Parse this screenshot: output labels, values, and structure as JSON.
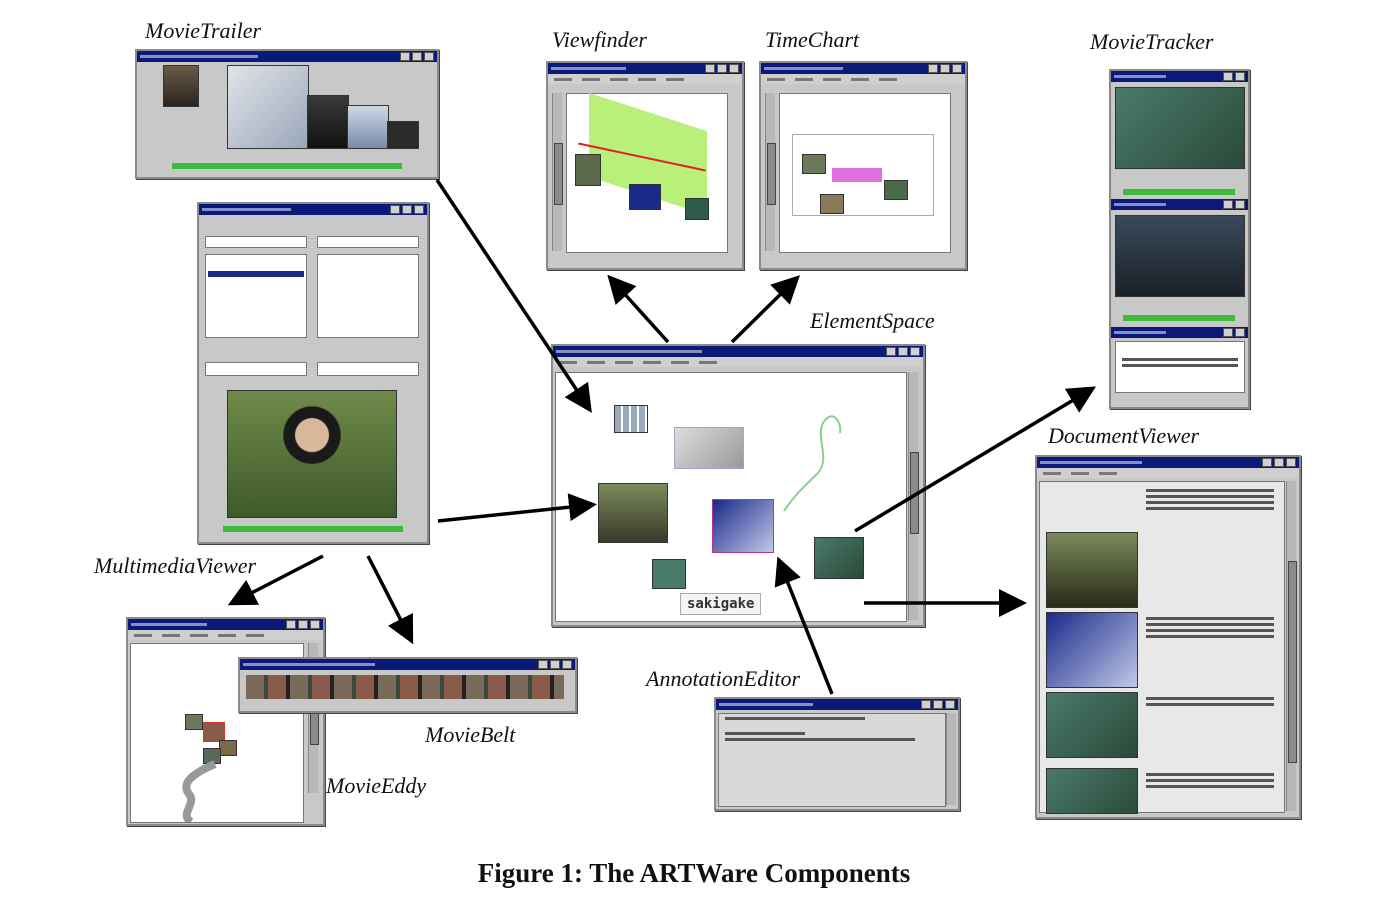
{
  "labels": {
    "movie_trailer": "MovieTrailer",
    "viewfinder": "Viewfinder",
    "time_chart": "TimeChart",
    "movie_tracker": "MovieTracker",
    "element_space": "ElementSpace",
    "document_viewer": "DocumentViewer",
    "multimedia_viewer": "MultimediaViewer",
    "annotation_editor": "AnnotationEditor",
    "movie_belt": "MovieBelt",
    "movie_eddy": "MovieEddy"
  },
  "element_space_word": "sakigake",
  "caption": "Figure 1: The ARTWare Components",
  "colors": {
    "titlebar": "#0b1a78",
    "window_bg": "#c8c8c8",
    "progress": "#3dbb3d",
    "arrow": "#000000"
  }
}
